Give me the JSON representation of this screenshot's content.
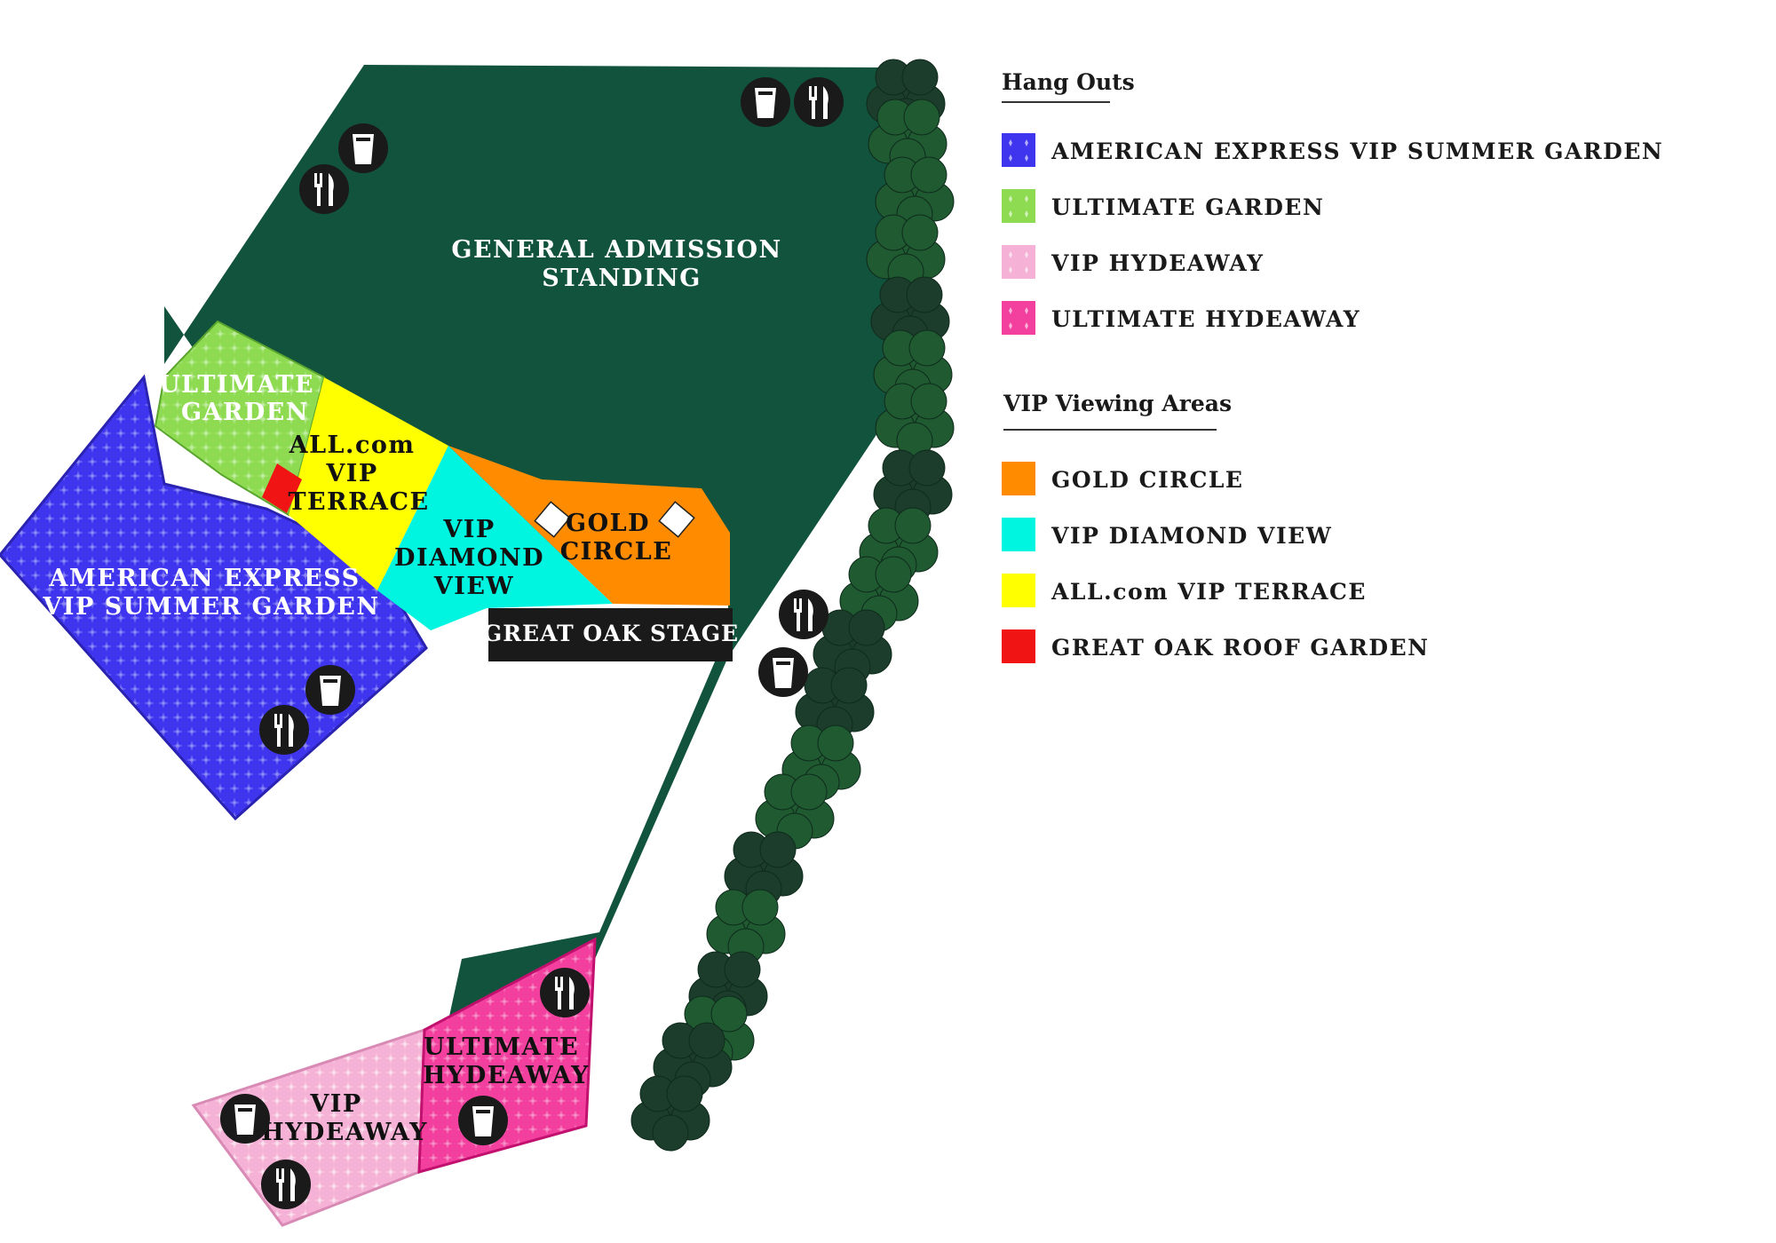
{
  "colors": {
    "general": "#12533d",
    "tree_dark": "#1c3d2c",
    "tree_light": "#1f5a31",
    "amex": "#3f35ee",
    "ultimate_garden": "#8edb52",
    "all_terrace": "#ffff00",
    "diamond": "#00f5e1",
    "gold": "#ff8c00",
    "vip_hydeaway": "#f5b2d6",
    "ultimate_hydeaway": "#f33f9e",
    "roof_garden": "#f01414",
    "stage": "#1a1a1a",
    "icon_bg": "#1a1a1a",
    "label_light": "#ffffff",
    "label_dark": "#111111"
  },
  "zones": {
    "general_admission": [
      "GENERAL ADMISSION",
      "STANDING"
    ],
    "ultimate_garden": [
      "ULTIMATE",
      "GARDEN"
    ],
    "all_terrace": [
      "ALL.com",
      "VIP",
      "TERRACE"
    ],
    "diamond": [
      "VIP",
      "DIAMOND",
      "VIEW"
    ],
    "gold": [
      "GOLD",
      "CIRCLE"
    ],
    "amex": [
      "AMERICAN EXPRESS",
      "VIP SUMMER GARDEN"
    ],
    "stage": "GREAT OAK STAGE",
    "vip_hydeaway": [
      "VIP",
      "HYDEAWAY"
    ],
    "ultimate_hydeaway": [
      "ULTIMATE",
      "HYDEAWAY"
    ]
  },
  "icons": [
    {
      "type": "drink-icon",
      "zone": "general_admission"
    },
    {
      "type": "food-icon",
      "zone": "general_admission"
    },
    {
      "type": "drink-icon",
      "zone": "general_admission"
    },
    {
      "type": "food-icon",
      "zone": "general_admission"
    },
    {
      "type": "food-icon",
      "zone": "general_admission"
    },
    {
      "type": "drink-icon",
      "zone": "general_admission"
    },
    {
      "type": "drink-icon",
      "zone": "amex"
    },
    {
      "type": "food-icon",
      "zone": "amex"
    },
    {
      "type": "food-icon",
      "zone": "ultimate_hydeaway"
    },
    {
      "type": "drink-icon",
      "zone": "ultimate_hydeaway"
    },
    {
      "type": "drink-icon",
      "zone": "vip_hydeaway"
    },
    {
      "type": "food-icon",
      "zone": "vip_hydeaway"
    }
  ],
  "legend": {
    "hang_outs": {
      "title": "Hang Outs",
      "items": [
        {
          "label": "AMERICAN EXPRESS VIP SUMMER GARDEN",
          "color": "#3f35ee",
          "pattern": true
        },
        {
          "label": "ULTIMATE GARDEN",
          "color": "#8edb52",
          "pattern": true
        },
        {
          "label": "VIP HYDEAWAY",
          "color": "#f5b2d6",
          "pattern": true
        },
        {
          "label": "ULTIMATE HYDEAWAY",
          "color": "#f33f9e",
          "pattern": true
        }
      ]
    },
    "vip_viewing": {
      "title": "VIP Viewing Areas",
      "items": [
        {
          "label": "GOLD CIRCLE",
          "color": "#ff8c00",
          "pattern": false
        },
        {
          "label": "VIP DIAMOND VIEW",
          "color": "#00f5e1",
          "pattern": false
        },
        {
          "label": "ALL.com VIP TERRACE",
          "color": "#ffff00",
          "pattern": false
        },
        {
          "label": "GREAT OAK ROOF GARDEN",
          "color": "#f01414",
          "pattern": false
        }
      ]
    }
  }
}
